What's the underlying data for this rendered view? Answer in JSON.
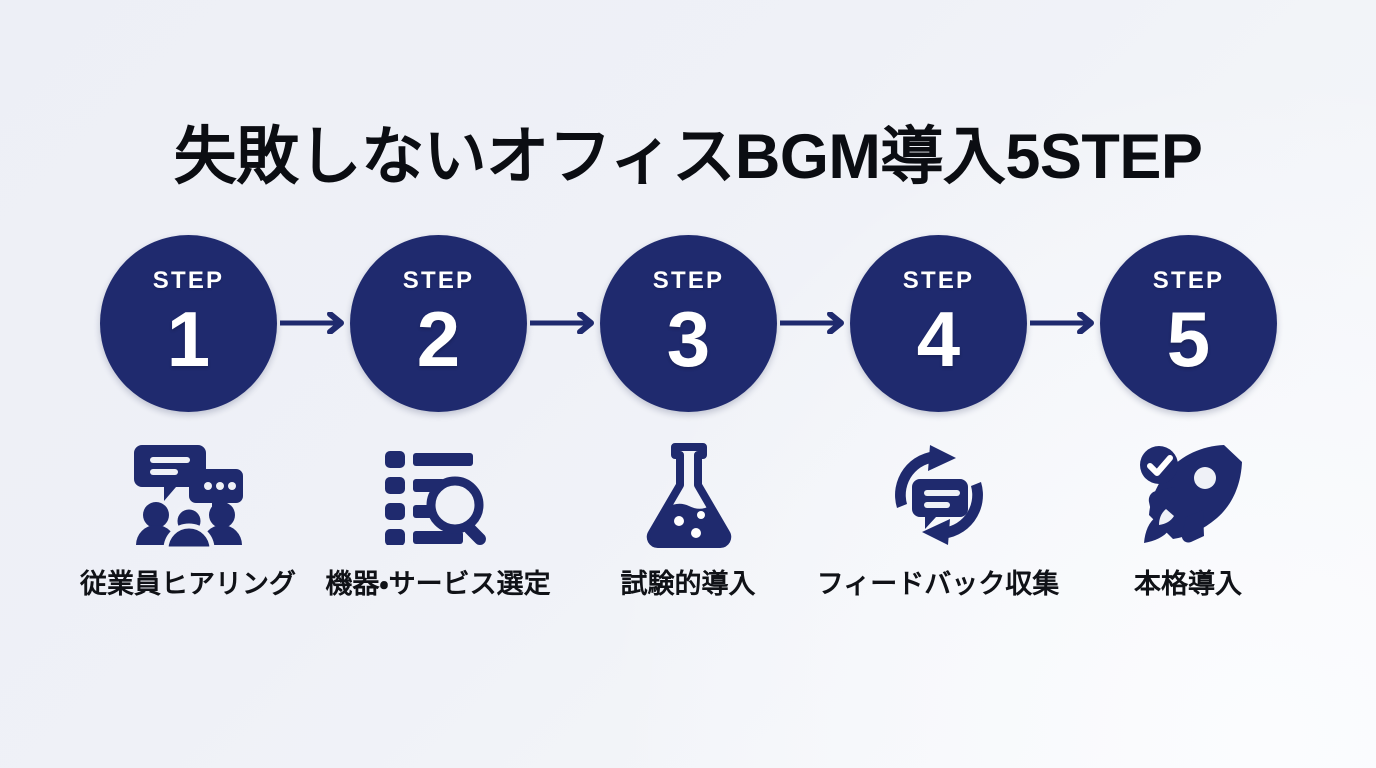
{
  "page": {
    "title": "失敗しないオフィスBGM導入5STEP",
    "background_color": "#eff1f7",
    "accent_color": "#1f2a6e",
    "text_color": "#101217"
  },
  "steps": [
    {
      "step_word": "STEP",
      "number": "1",
      "label": "従業員ヒアリング",
      "icon": "people-speech-bubbles-icon"
    },
    {
      "step_word": "STEP",
      "number": "2",
      "label": "機器・サービス選定",
      "icon": "list-magnifier-icon"
    },
    {
      "step_word": "STEP",
      "number": "3",
      "label": "試験的導入",
      "icon": "flask-icon"
    },
    {
      "step_word": "STEP",
      "number": "4",
      "label": "フィードバック収集",
      "icon": "feedback-loop-speech-bubble-icon"
    },
    {
      "step_word": "STEP",
      "number": "5",
      "label": "本格導入",
      "icon": "rocket-check-icon"
    }
  ],
  "connectors": [
    {
      "name": "arrow-1-to-2",
      "icon": "arrow-right-icon"
    },
    {
      "name": "arrow-2-to-3",
      "icon": "arrow-right-icon"
    },
    {
      "name": "arrow-3-to-4",
      "icon": "arrow-right-icon"
    },
    {
      "name": "arrow-4-to-5",
      "icon": "arrow-right-icon"
    }
  ]
}
